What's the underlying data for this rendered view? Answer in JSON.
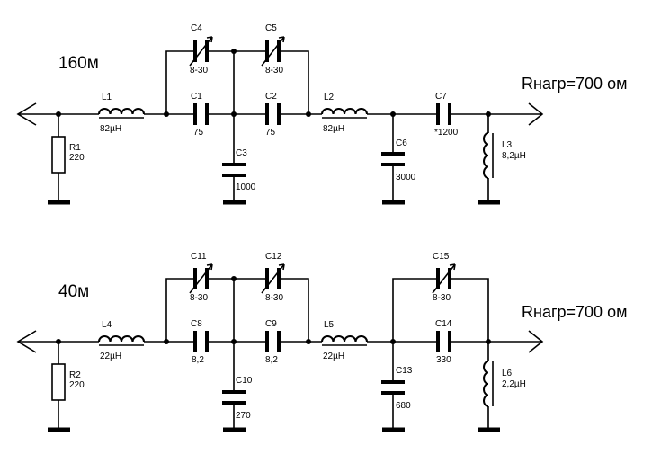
{
  "circuits": [
    {
      "band": "160м",
      "load": "Rнагр=700 ом",
      "R1": {
        "name": "R1",
        "value": "220"
      },
      "L1": {
        "name": "L1",
        "value": "82µH"
      },
      "C4": {
        "name": "C4",
        "value": "8-30"
      },
      "C5": {
        "name": "C5",
        "value": "8-30"
      },
      "C1": {
        "name": "C1",
        "value": "75"
      },
      "C2": {
        "name": "C2",
        "value": "75"
      },
      "C3": {
        "name": "C3",
        "value": "1000"
      },
      "L2": {
        "name": "L2",
        "value": "82µH"
      },
      "C6": {
        "name": "C6",
        "value": "3000"
      },
      "C7": {
        "name": "C7",
        "value": "*1200"
      },
      "L3": {
        "name": "L3",
        "value": "8,2µH"
      }
    },
    {
      "band": "40м",
      "load": "Rнагр=700 ом",
      "R2": {
        "name": "R2",
        "value": "220"
      },
      "L4": {
        "name": "L4",
        "value": "22µH"
      },
      "C11": {
        "name": "C11",
        "value": "8-30"
      },
      "C12": {
        "name": "C12",
        "value": "8-30"
      },
      "C8": {
        "name": "C8",
        "value": "8,2"
      },
      "C9": {
        "name": "C9",
        "value": "8,2"
      },
      "C10": {
        "name": "C10",
        "value": "270"
      },
      "L5": {
        "name": "L5",
        "value": "22µH"
      },
      "C13": {
        "name": "C13",
        "value": "680"
      },
      "C15": {
        "name": "C15",
        "value": "8-30"
      },
      "C14": {
        "name": "C14",
        "value": "330"
      },
      "L6": {
        "name": "L6",
        "value": "2,2µH"
      }
    }
  ]
}
